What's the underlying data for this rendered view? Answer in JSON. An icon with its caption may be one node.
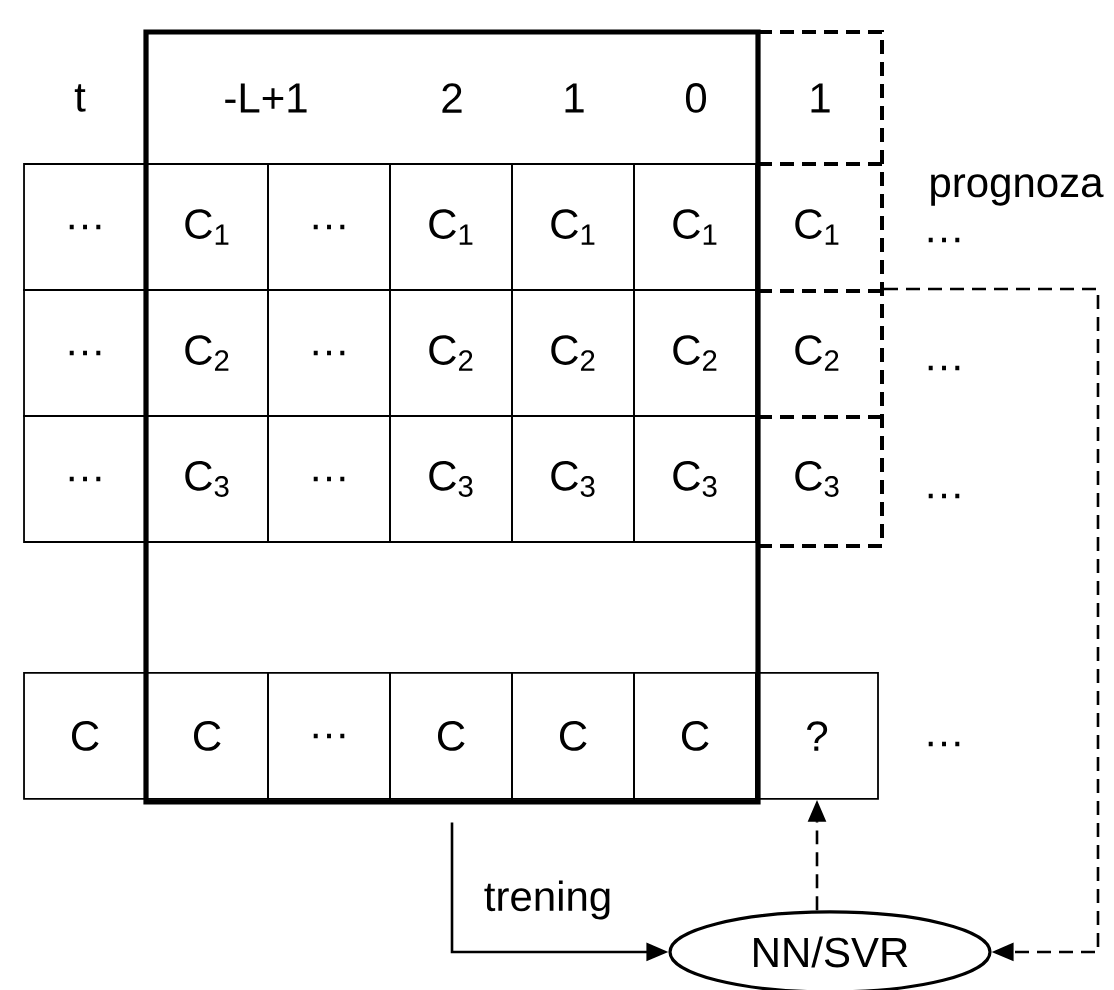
{
  "diagram": {
    "nodes": [
      {
        "text": [],
        "shape": "box"
      },
      {
        "text": [],
        "shape": "box"
      },
      {
        "text": [
          "…"
        ]
      },
      {
        "text": [
          "C$_{1}$"
        ],
        "in": 0
      },
      {
        "text": [
          "…"
        ],
        "in": 0
      },
      {
        "text": [
          "C$_{1}$"
        ],
        "in": 0
      },
      {
        "text": [
          "C$_{1}$"
        ],
        "in": 0
      },
      {
        "text": [
          "C$_{1}$"
        ],
        "in": 0
      },
      {
        "text": [
          "C$_{1}$"
        ],
        "in": 1
      },
      {
        "text": [
          "…"
        ]
      },
      {
        "text": [
          "C$_{2}$"
        ],
        "in": 0
      },
      {
        "text": [
          "…"
        ],
        "in": 0
      },
      {
        "text": [
          "C$_{2}$"
        ],
        "in": 0
      },
      {
        "text": [
          "C$_{2}$"
        ],
        "in": 0
      },
      {
        "text": [
          "C$_{2}$"
        ],
        "in": 0
      },
      {
        "text": [
          "C$_{2}$"
        ],
        "in": 1
      },
      {
        "text": [
          "…"
        ]
      },
      {
        "text": [
          "C$_{3}$"
        ],
        "in": 0
      },
      {
        "text": [
          "…"
        ],
        "in": 0
      },
      {
        "text": [
          "C$_{3}$"
        ],
        "in": 0
      },
      {
        "text": [
          "C$_{3}$"
        ],
        "in": 0
      },
      {
        "text": [
          "C$_{3}$"
        ],
        "in": 0
      },
      {
        "text": [
          "C$_{3}$"
        ],
        "in": 1
      },
      {
        "text": [
          "C"
        ]
      },
      {
        "text": [
          "C"
        ],
        "in": 0
      },
      {
        "text": [
          "…"
        ],
        "in": 0
      },
      {
        "text": [
          "C"
        ],
        "in": 0
      },
      {
        "text": [
          "C"
        ],
        "in": 0
      },
      {
        "text": [
          "C"
        ],
        "in": 0
      },
      {
        "text": [
          "?"
        ]
      },
      {
        "text": [
          "NN/SVR"
        ]
      }
    ],
    "edges": [
      {
        "from": 0,
        "to": 30,
        "arrow": "to",
        "label": "trening"
      },
      {
        "from": 30,
        "to": 29,
        "arrow": "to",
        "style": "dashed"
      },
      {
        "from": 1,
        "to": 30,
        "arrow": "to",
        "style": "dashed",
        "label": "prognoza"
      }
    ],
    "labels": [
      "t",
      "-L+1",
      "2",
      "1",
      "0",
      "1",
      "…",
      "…",
      "…",
      "…"
    ]
  }
}
